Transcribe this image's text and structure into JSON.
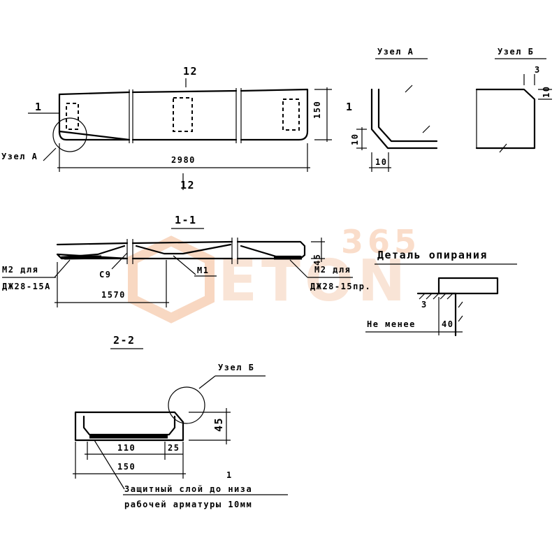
{
  "top_view": {
    "length_label": "12",
    "section_mark": "1",
    "node_a_label": "Узел А",
    "width_dim": "150",
    "overall_dim": "2980",
    "lower_mark": "12"
  },
  "node_a_detail": {
    "title": "Узел А",
    "section_mark": "1",
    "dim_vertical": "10",
    "dim_horizontal": "10"
  },
  "node_b_detail": {
    "title": "Узел Б",
    "dim_small": "3",
    "dim_vertical": "10"
  },
  "section_1_1": {
    "title": "1-1",
    "left_label_line1": "М2 для",
    "left_label_line2": "ДЖ28-15А",
    "c_label": "С9",
    "m1_label": "М1",
    "right_label_line1": "М2 для",
    "right_label_line2": "ДЖ28-15пр.",
    "dim_1570": "1570",
    "height_dim": "45"
  },
  "support_detail": {
    "title": "Деталь опирания",
    "not_less": "Не менее",
    "dim": "40",
    "small_mark": "3"
  },
  "section_2_2": {
    "title": "2-2",
    "node_b_label": "Узел Б",
    "height_dim": "45",
    "dim_110": "110",
    "dim_25": "25",
    "dim_150": "150",
    "note_line1": "Защитный слой до низа",
    "note_line2": "рабочей арматуры 10мм",
    "note_mark": "1"
  },
  "watermark": {
    "text": "ETON",
    "number": "365",
    "accent_color": "#f0a878"
  }
}
